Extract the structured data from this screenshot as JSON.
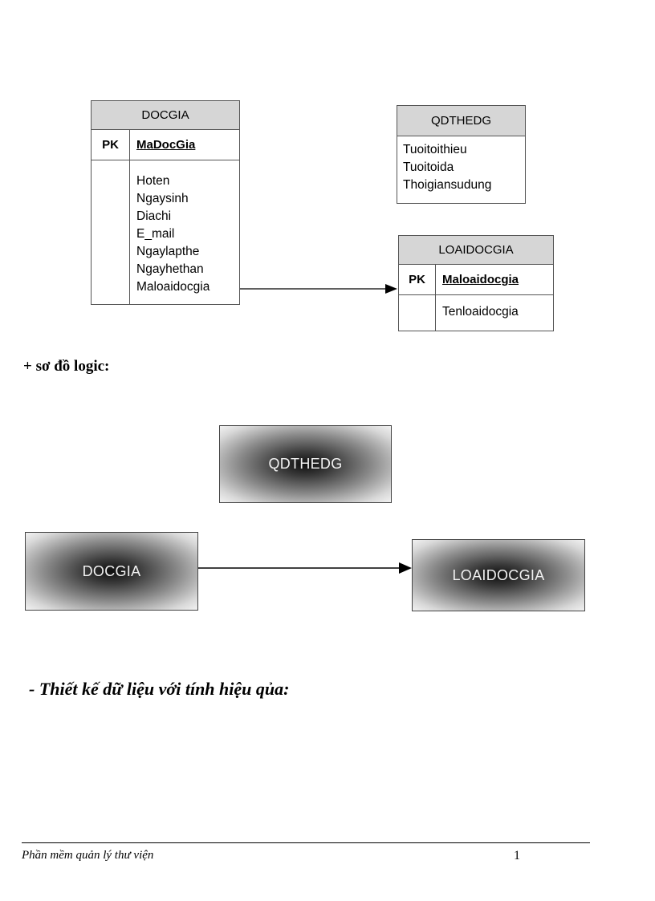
{
  "er_diagram": {
    "docgia": {
      "title": "DOCGIA",
      "pk_label": "PK",
      "key": "MaDocGia",
      "attributes": [
        "Hoten",
        "Ngaysinh",
        "Diachi",
        "E_mail",
        "Ngaylapthe",
        "Ngayhethan",
        "Maloaidocgia"
      ]
    },
    "qdthedg": {
      "title": "QDTHEDG",
      "attributes": [
        "Tuoitoithieu",
        "Tuoitoida",
        "Thoigiansudung"
      ]
    },
    "loaidocgia": {
      "title": "LOAIDOCGIA",
      "pk_label": "PK",
      "key": "Maloaidocgia",
      "attributes": [
        "Tenloaidocgia"
      ]
    }
  },
  "logic_heading": "+ sơ đồ logic:",
  "logic_diagram": {
    "qdthedg": "QDTHEDG",
    "docgia": "DOCGIA",
    "loaidocgia": "LOAIDOCGIA"
  },
  "section_heading": "- Thiết kế dữ liệu với tính hiệu qủa:",
  "footer": {
    "title": "Phần mềm quản lý thư viện",
    "page_number": "1"
  }
}
